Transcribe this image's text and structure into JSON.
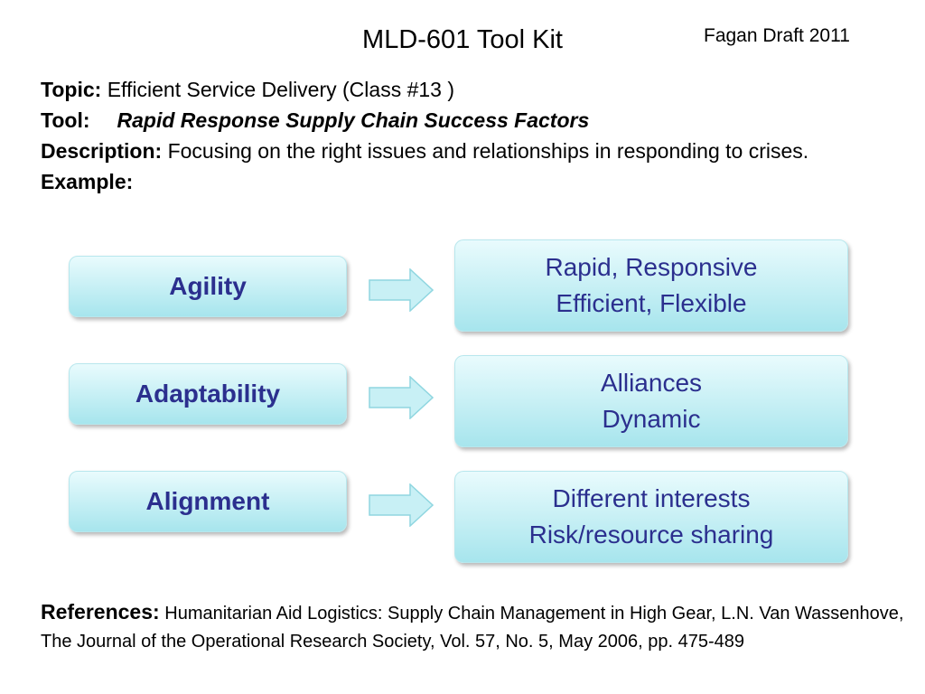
{
  "header": {
    "title": "MLD-601 Tool Kit",
    "draft_note": "Fagan Draft 2011"
  },
  "info": {
    "topic_label": "Topic:",
    "topic_value": "Efficient Service Delivery (Class #13  )",
    "tool_label": "Tool:",
    "tool_value": "Rapid Response Supply Chain Success Factors",
    "description_label": "Description:",
    "description_value": "Focusing on the right issues and relationships in responding to crises.",
    "example_label": "Example:"
  },
  "diagram": {
    "rows": [
      {
        "factor": "Agility",
        "detail_line1": "Rapid, Responsive",
        "detail_line2": "Efficient, Flexible"
      },
      {
        "factor": "Adaptability",
        "detail_line1": "Alliances",
        "detail_line2": "Dynamic"
      },
      {
        "factor": "Alignment",
        "detail_line1": "Different interests",
        "detail_line2": "Risk/resource sharing"
      }
    ],
    "colors": {
      "box_fill_light": "#e9fbfd",
      "box_fill_dark": "#a7e5ed",
      "text": "#2b2f8e",
      "arrow_fill": "#c8f0f5",
      "arrow_stroke": "#8fd6e0"
    }
  },
  "references": {
    "label": "References:",
    "text": "Humanitarian Aid Logistics: Supply Chain Management in High Gear, L.N. Van Wassenhove, The Journal of the Operational Research Society, Vol. 57, No. 5, May 2006, pp. 475-489"
  }
}
